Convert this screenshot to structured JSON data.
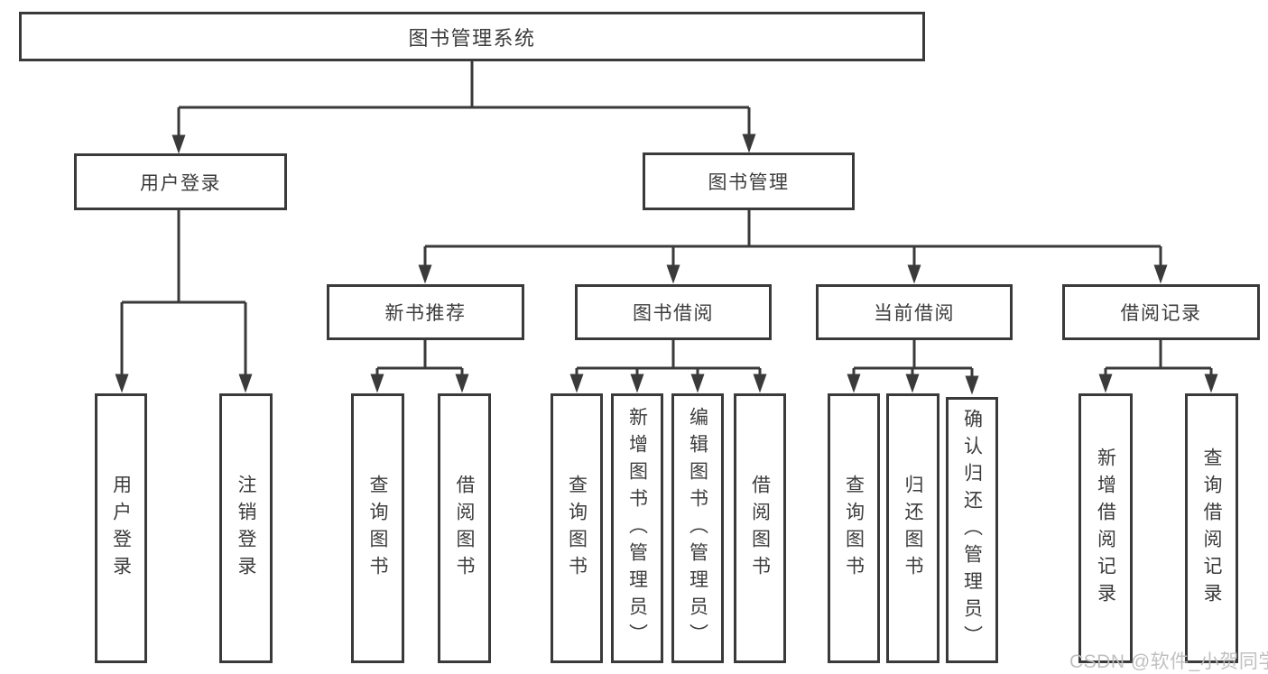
{
  "diagram": {
    "root": {
      "label": "图书管理系统"
    },
    "branches": [
      {
        "label": "用户登录",
        "children": [
          {
            "label": "用户登录"
          },
          {
            "label": "注销登录"
          }
        ]
      },
      {
        "label": "图书管理",
        "children": [
          {
            "label": "新书推荐",
            "children": [
              {
                "label": "查询图书"
              },
              {
                "label": "借阅图书"
              }
            ]
          },
          {
            "label": "图书借阅",
            "children": [
              {
                "label": "查询图书"
              },
              {
                "label": "新增图书（管理员）"
              },
              {
                "label": "编辑图书（管理员）"
              },
              {
                "label": "借阅图书"
              }
            ]
          },
          {
            "label": "当前借阅",
            "children": [
              {
                "label": "查询图书"
              },
              {
                "label": "归还图书"
              },
              {
                "label": "确认归还（管理员）"
              }
            ]
          },
          {
            "label": "借阅记录",
            "children": [
              {
                "label": "新增借阅记录"
              },
              {
                "label": "查询借阅记录"
              }
            ]
          }
        ]
      }
    ]
  },
  "watermark": {
    "text": "CSDN @软件_小贺同学"
  },
  "colors": {
    "line": "#3a3a3a",
    "text": "#3c3c3c",
    "watermark": "#bdbdbd",
    "background": "#ffffff"
  }
}
